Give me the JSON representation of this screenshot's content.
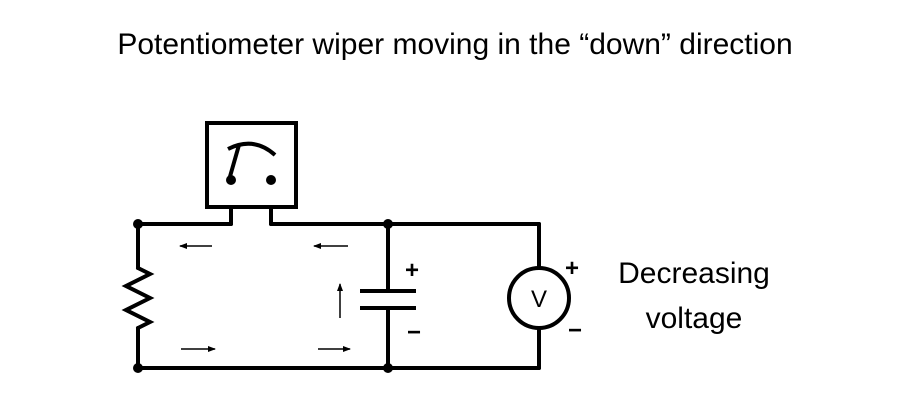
{
  "diagram": {
    "title": "Potentiometer wiper moving in the “down” direction",
    "capacitor_plus": "+",
    "capacitor_minus": "−",
    "voltmeter_label": "V",
    "voltmeter_plus": "+",
    "voltmeter_minus": "−",
    "annotation_line1": "Decreasing",
    "annotation_line2": "voltage",
    "components": [
      "potentiometer-icon",
      "galvanometer-icon",
      "capacitor-icon",
      "voltmeter-icon"
    ],
    "current_arrows": [
      "left",
      "left",
      "up",
      "right",
      "right"
    ]
  }
}
